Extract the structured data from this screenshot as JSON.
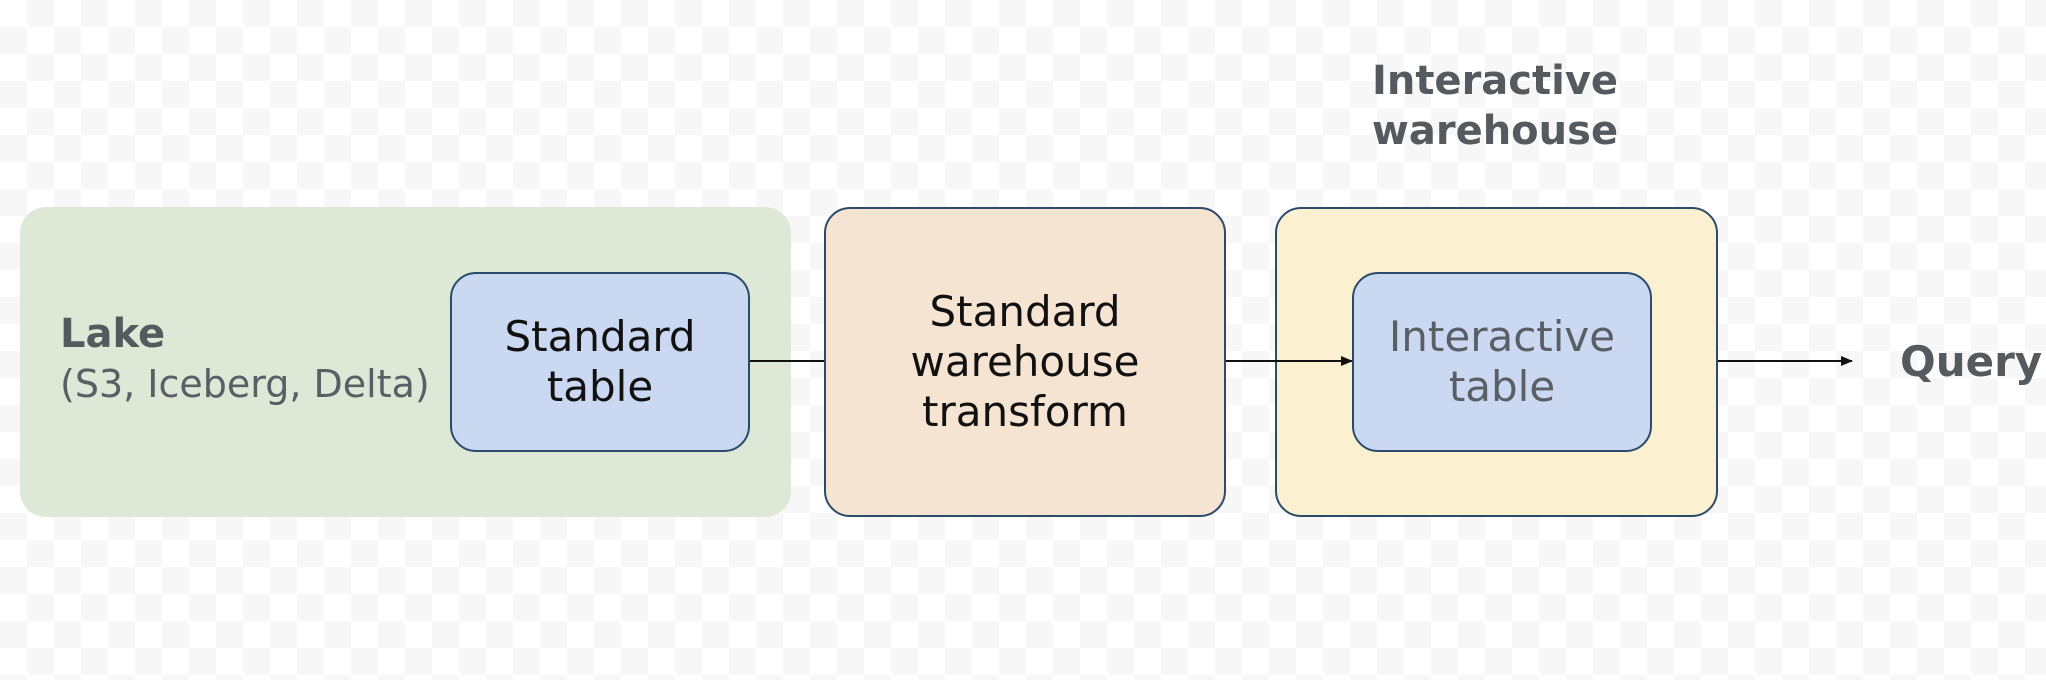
{
  "diagram": {
    "lake": {
      "title": "Lake",
      "subtitle": "(S3, Iceberg, Delta)"
    },
    "standard_table": {
      "label_line1": "Standard",
      "label_line2": "table"
    },
    "transform": {
      "label_line1": "Standard",
      "label_line2": "warehouse",
      "label_line3": "transform"
    },
    "interactive_warehouse": {
      "title_line1": "Interactive",
      "title_line2": "warehouse"
    },
    "interactive_table": {
      "label_line1": "Interactive",
      "label_line2": "table"
    },
    "query": {
      "label": "Query"
    },
    "colors": {
      "lake_fill": "#dde8d6",
      "table_fill": "#cad8f2",
      "transform_fill": "#f6e4d3",
      "warehouse_fill": "#fbf1d1",
      "border": "#2b4b6b"
    },
    "edges": [
      {
        "from": "standard-table",
        "to": "warehouse-transform",
        "arrow": false
      },
      {
        "from": "warehouse-transform",
        "to": "interactive-table",
        "arrow": true
      },
      {
        "from": "interactive-warehouse",
        "to": "query",
        "arrow": true
      }
    ]
  }
}
